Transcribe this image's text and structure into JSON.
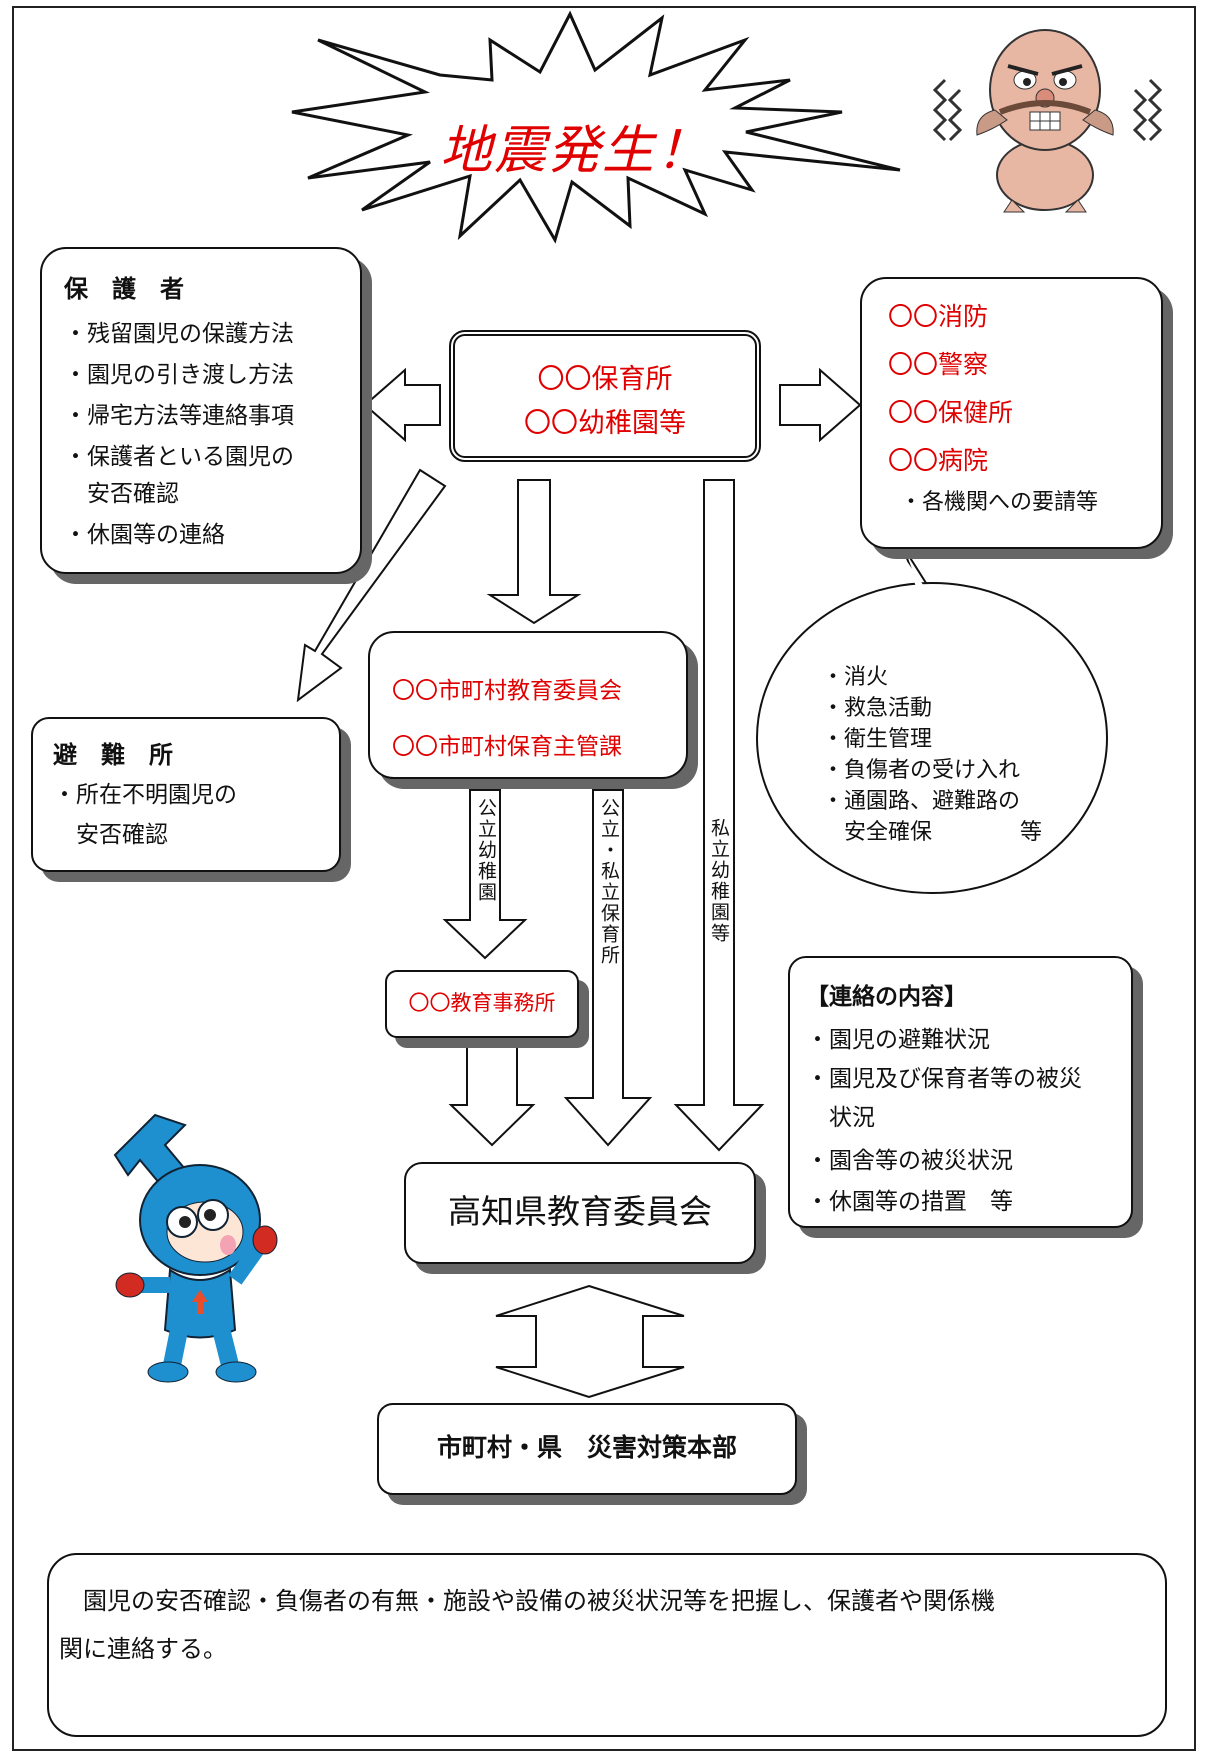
{
  "title": "地震発生！",
  "center": {
    "line1": "〇〇保育所",
    "line2": "〇〇幼稚園等"
  },
  "guardians": {
    "heading": "保　護　者",
    "items": [
      "・残留園児の保護方法",
      "・園児の引き渡し方法",
      "・帰宅方法等連絡事項",
      "・保護者といる園児の",
      "　安否確認",
      "・休園等の連絡"
    ]
  },
  "agencies": {
    "items": [
      "〇〇消防",
      "〇〇警察",
      "〇〇保健所",
      "〇〇病院"
    ],
    "request": "・各機関への要請等"
  },
  "bubble": {
    "items": [
      "・消火",
      "・救急活動",
      "・衛生管理",
      "・負傷者の受け入れ",
      "・通園路、避難路の",
      "　安全確保　　　　等"
    ]
  },
  "municipal": {
    "line1": "〇〇市町村教育委員会",
    "line2": "〇〇市町村保育主管課"
  },
  "shelter": {
    "heading": "避　難　所",
    "items": [
      "・所在不明園児の",
      "　安否確認"
    ]
  },
  "edu_office": "〇〇教育事務所",
  "flow_labels": {
    "public_kinder": "公立幼稚園",
    "nursery": "公立・私立保育所",
    "private_kinder": "私立幼稚園等"
  },
  "contact": {
    "heading": "【連絡の内容】",
    "items": [
      "・園児の避難状況",
      "・園児及び保育者等の被災",
      "　状況",
      "・園舎等の被災状況",
      "・休園等の措置　等"
    ]
  },
  "prefecture": "高知県教育委員会",
  "hq": "市町村・県　災害対策本部",
  "note": {
    "line1": "　園児の安否確認・負傷者の有無・施設や設備の被災状況等を把握し、保護者や関係機",
    "line2": "関に連絡する。"
  },
  "colors": {
    "accent_red": "#e00000",
    "mascot_blue": "#1e8fcf",
    "demon_skin": "#e8b7a4"
  }
}
